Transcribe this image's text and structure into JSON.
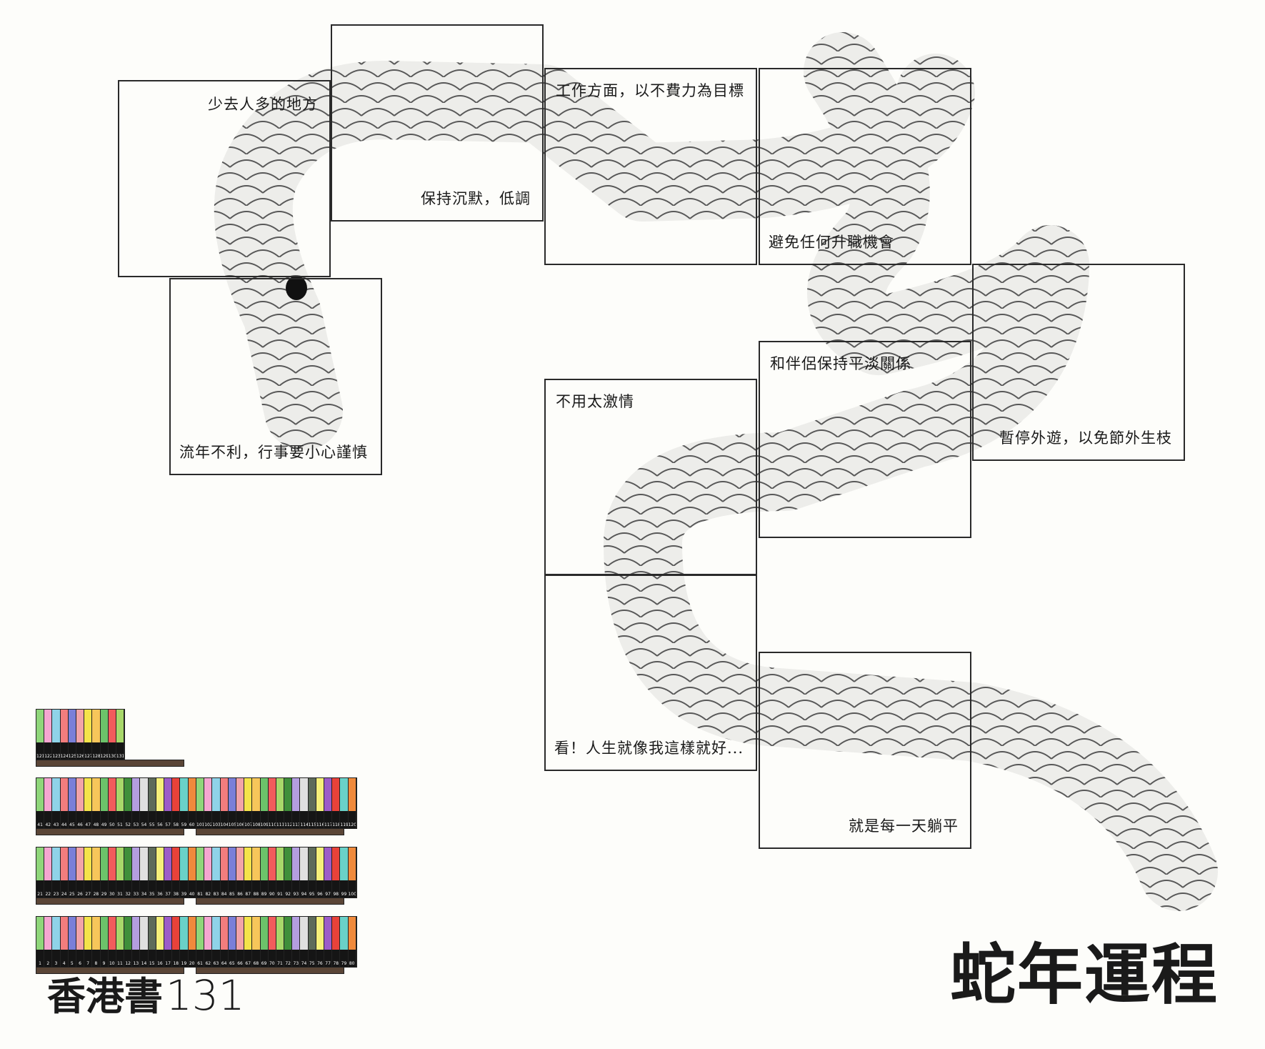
{
  "title": "蛇年運程",
  "brand": {
    "name": "香港書",
    "number": "131"
  },
  "panels": [
    {
      "caption": "少去人多的地方"
    },
    {
      "caption": "保持沉默，低調"
    },
    {
      "caption": "工作方面，以不費力為目標"
    },
    {
      "caption": "避免任何升職機會"
    },
    {
      "caption": "暫停外遊，以免節外生枝"
    },
    {
      "caption": "和伴侶保持平淡關係"
    },
    {
      "caption": "不用太激情"
    },
    {
      "caption": "看！人生就像我這樣就好..."
    },
    {
      "caption": "就是每一天躺平"
    },
    {
      "caption": "流年不利，行事要小心謹慎"
    }
  ],
  "bookshelves": [
    {
      "from": 121,
      "to": 131
    },
    {
      "from": 41,
      "to": 60
    },
    {
      "from": 101,
      "to": 120
    },
    {
      "from": 21,
      "to": 40
    },
    {
      "from": 81,
      "to": 100
    },
    {
      "from": 1,
      "to": 20
    },
    {
      "from": 61,
      "to": 80
    }
  ],
  "colors": {
    "snake": "#8a8a8a",
    "border": "#2a2a2a",
    "shelf": "#5a4536",
    "spines": [
      "#f08a3c",
      "#8fd3e8",
      "#f2a3a8",
      "#6cc36a",
      "#3f8f3a",
      "#5d6b5a",
      "#e8423a",
      "#8fd67a",
      "#f27d7d",
      "#f4e34a",
      "#f25c5c",
      "#b49ee0",
      "#f5f07a",
      "#6ad1c8",
      "#f5a6d0",
      "#7a7fd8",
      "#f7c65a",
      "#a8d86a",
      "#e0e0e0",
      "#9b5cc8"
    ]
  }
}
